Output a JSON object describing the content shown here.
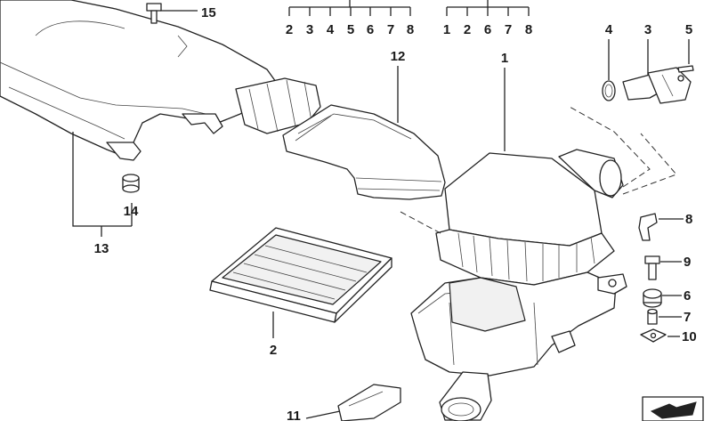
{
  "callouts": {
    "c1": "1",
    "c2": "2",
    "c3": "3",
    "c4": "4",
    "c5": "5",
    "c6": "6",
    "c7": "7",
    "c8": "8",
    "c9": "9",
    "c10": "10",
    "c11": "11",
    "c12": "12",
    "c13": "13",
    "c14": "14",
    "c15": "15"
  },
  "kit_a": [
    "2",
    "3",
    "4",
    "5",
    "6",
    "7",
    "8"
  ],
  "kit_b": [
    "1",
    "2",
    "6",
    "7",
    "8"
  ]
}
